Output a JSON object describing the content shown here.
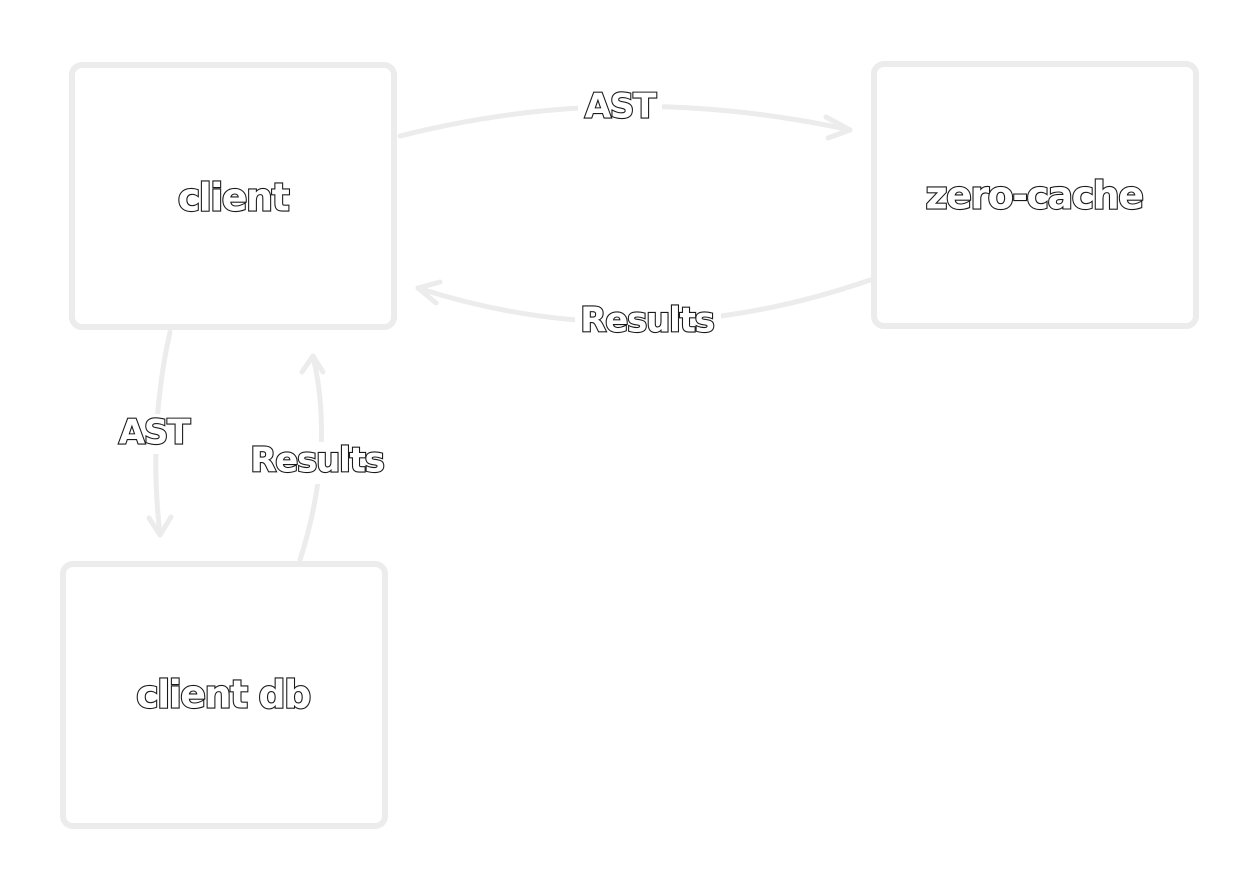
{
  "nodes": {
    "client": {
      "label": "client"
    },
    "zero_cache": {
      "label": "zero-cache"
    },
    "client_db": {
      "label": "client db"
    }
  },
  "edges": {
    "client_to_zero": {
      "label": "AST"
    },
    "zero_to_client": {
      "label": "Results"
    },
    "client_to_db": {
      "label": "AST"
    },
    "db_to_client": {
      "label": "Results"
    }
  }
}
